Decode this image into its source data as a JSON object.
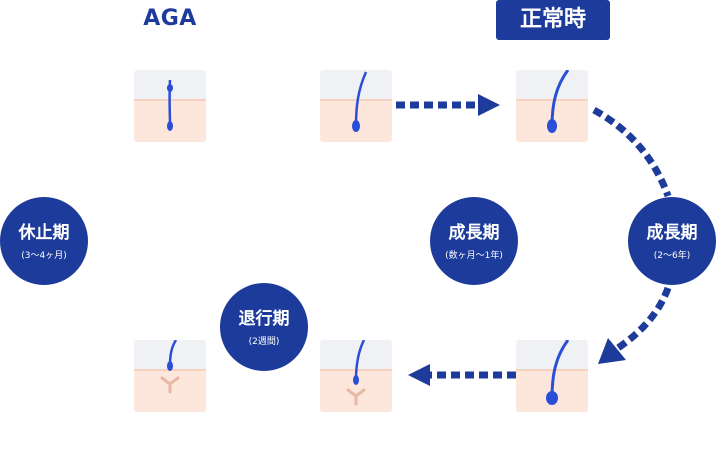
{
  "titles": {
    "aga": "AGA",
    "normal": "正常時"
  },
  "phases": {
    "resting": {
      "label": "休止期",
      "duration": "(3〜4ヶ月)"
    },
    "regression": {
      "label": "退行期",
      "duration": "(2週間)"
    },
    "growth_aga": {
      "label": "成長期",
      "duration": "(数ヶ月〜1年)"
    },
    "growth_normal": {
      "label": "成長期",
      "duration": "(2〜6年)"
    }
  },
  "colors": {
    "accent": "#1d3b9a",
    "hair": "#2a4fd6",
    "skin": "#fde6dc",
    "tile_top": "#f0f1f4"
  }
}
